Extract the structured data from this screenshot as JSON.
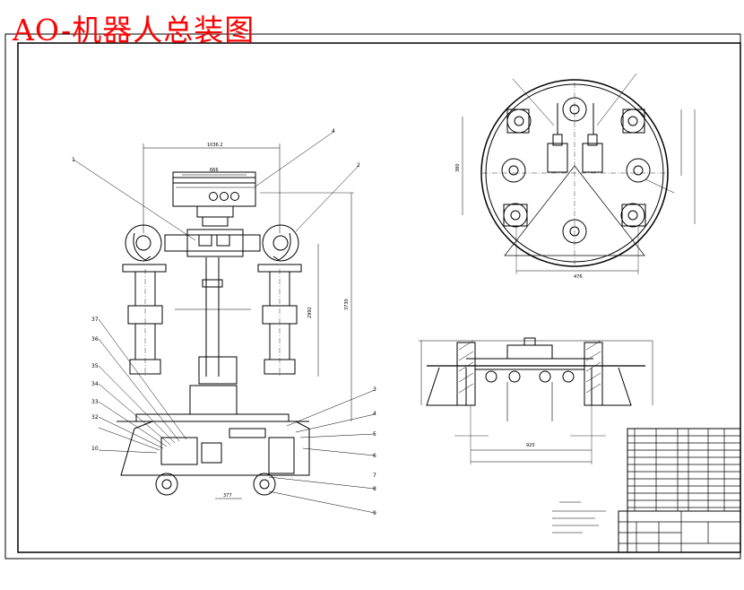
{
  "title": "AO-机器人总装图",
  "colors": {
    "title": "#ff0000",
    "line": "#000000",
    "background": "#ffffff"
  },
  "front_view": {
    "top_dimension": "1036.2",
    "head_dimension": "666",
    "height_dimension_1": "2992",
    "height_dimension_2": "3730",
    "base_dimension": "377"
  },
  "callouts_left": [
    "37",
    "36",
    "35",
    "34",
    "33",
    "32",
    "10",
    "1"
  ],
  "callouts_right": [
    "4",
    "2",
    "3",
    "4",
    "5",
    "6",
    "7",
    "8",
    "9"
  ],
  "top_view": {
    "width_dimension": "476",
    "height_dimension": "380"
  },
  "side_view": {
    "width_dimension": "920"
  }
}
